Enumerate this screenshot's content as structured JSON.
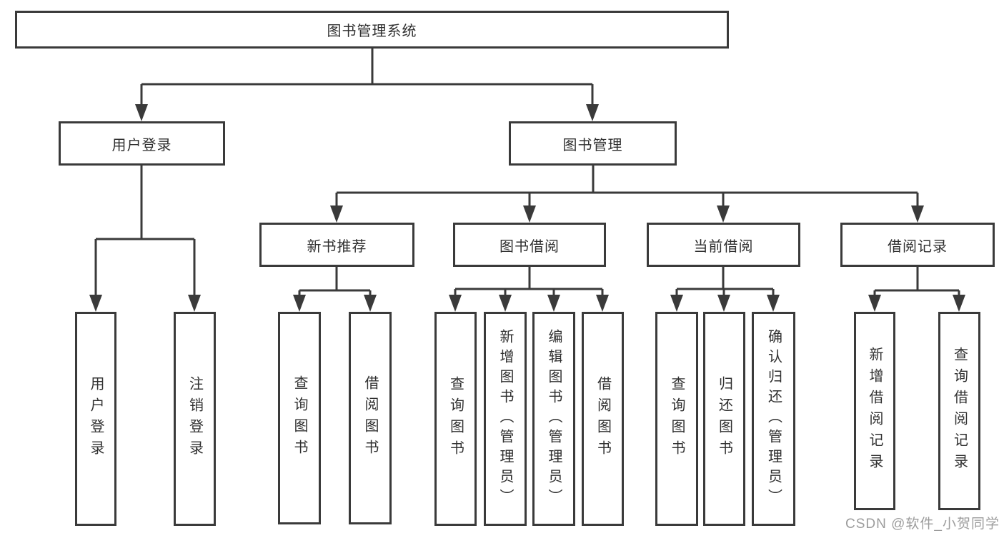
{
  "nodes": {
    "root": "图书管理系统",
    "user_login": "用户登录",
    "book_mgmt": "图书管理",
    "new_book_rec": "新书推荐",
    "book_borrow": "图书借阅",
    "current_borrow": "当前借阅",
    "borrow_records": "借阅记录",
    "leaf_user_login": "用户登录",
    "leaf_logout": "注销登录",
    "leaf_nb_query": "查询图书",
    "leaf_nb_borrow": "借阅图书",
    "leaf_bb_query": "查询图书",
    "leaf_bb_add": "新增图书（管理员）",
    "leaf_bb_edit": "编辑图书（管理员）",
    "leaf_bb_borrow": "借阅图书",
    "leaf_cb_query": "查询图书",
    "leaf_cb_return": "归还图书",
    "leaf_cb_confirm": "确认归还（管理员）",
    "leaf_br_add": "新增借阅记录",
    "leaf_br_query": "查询借阅记录"
  },
  "watermark": {
    "text": "CSDN @软件_小贺同学"
  },
  "colors": {
    "line": "#3a3a3a",
    "text": "#303030",
    "bg": "#ffffff",
    "watermark": "#9c9c9c"
  }
}
